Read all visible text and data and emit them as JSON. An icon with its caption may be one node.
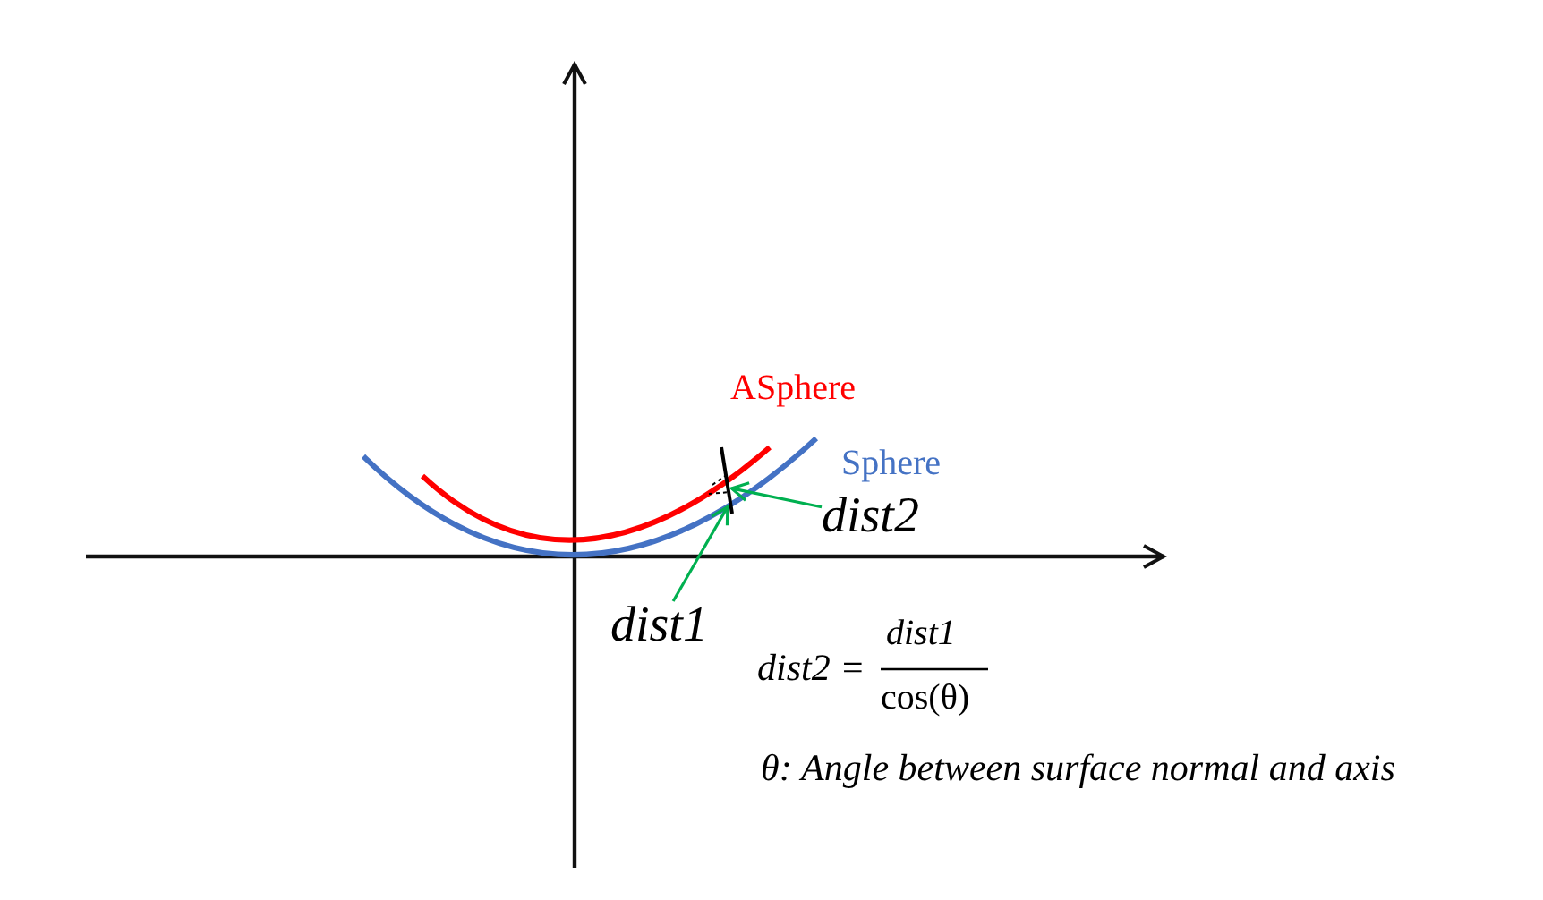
{
  "diagram": {
    "nodes": [
      {
        "text": [
          "dist1"
        ]
      },
      {
        "text": [
          "dist2"
        ]
      },
      {
        "text": [],
        "shape": "bar"
      }
    ],
    "edges": [
      {
        "from": 0,
        "to": 2,
        "arrow": "to"
      },
      {
        "from": 1,
        "to": 2,
        "arrow": "to"
      }
    ],
    "labels": [
      "ASphere",
      "Sphere",
      "dist2 =",
      "dist1",
      "cos(θ)",
      "θ: Angle between surface normal and axis"
    ]
  }
}
